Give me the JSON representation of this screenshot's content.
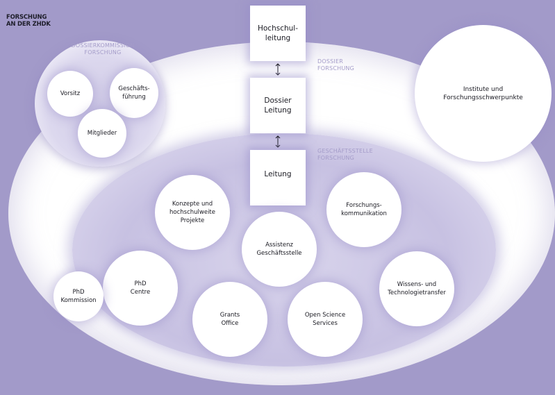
{
  "title": {
    "line1": "FORSCHUNG",
    "line2": "AN DER ZHDK"
  },
  "colors": {
    "background": "#a29ac9",
    "section_label": "#a49cc9",
    "node_fill": "#ffffff",
    "text": "#1a1a22"
  },
  "sections": {
    "dossierkommission": "DOSSIERKOMMISSION\nFORSCHUNG",
    "dossier_forschung": "DOSSIER\nFORSCHUNG",
    "geschaeftsstelle": "GESCHÄFTSSTELLE\nFORSCHUNG"
  },
  "hierarchy": {
    "hochschulleitung": "Hochschul-\nleitung",
    "dossier_leitung": "Dossier\nLeitung",
    "leitung": "Leitung",
    "connector_icon": "double-arrow-vertical"
  },
  "kommission_members": {
    "vorsitz": "Vorsitz",
    "geschaeftsfuehrung": "Geschäfts-\nführung",
    "mitglieder": "Mitglieder"
  },
  "institute": "Institute und\nForschungsschwerpunkte",
  "geschaeftsstelle_units": {
    "konzepte": "Konzepte und\nhochschulweite\nProjekte",
    "kommunikation": "Forschungs-\nkommunikation",
    "assistenz": "Assistenz\nGeschäftsstelle",
    "wissenstransfer": "Wissens- und\nTechnologietransfer",
    "phd_kommission": "PhD\nKommission",
    "phd_centre": "PhD\nCentre",
    "grants": "Grants\nOffice",
    "open_science": "Open Science\nServices"
  }
}
